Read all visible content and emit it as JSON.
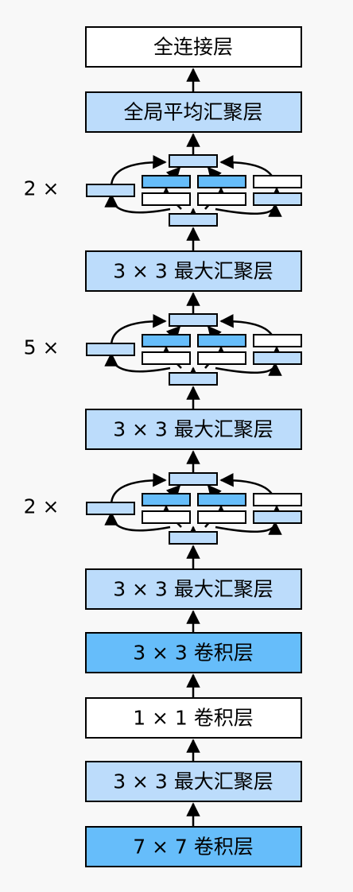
{
  "colors": {
    "white_fill": "#ffffff",
    "light_blue_fill": "#bcdcfb",
    "blue_fill": "#66bdfa",
    "stroke": "#000000",
    "background": "#f8f8f8"
  },
  "layers_top_to_bottom": [
    {
      "id": "fc",
      "label": "全连接层",
      "fill": "white"
    },
    {
      "id": "global-avg-pool",
      "label": "全局平均汇聚层",
      "fill": "light_blue"
    },
    {
      "id": "inception-block-3",
      "type": "inception",
      "multiplier": "2 ×"
    },
    {
      "id": "maxpool-3",
      "label": "3 × 3 最大汇聚层",
      "fill": "light_blue"
    },
    {
      "id": "inception-block-2",
      "type": "inception",
      "multiplier": "5 ×"
    },
    {
      "id": "maxpool-2",
      "label": "3 × 3 最大汇聚层",
      "fill": "light_blue"
    },
    {
      "id": "inception-block-1",
      "type": "inception",
      "multiplier": "2 ×"
    },
    {
      "id": "maxpool-1",
      "label": "3 × 3 最大汇聚层",
      "fill": "light_blue"
    },
    {
      "id": "conv-3x3",
      "label": "3 × 3 卷积层",
      "fill": "blue"
    },
    {
      "id": "conv-1x1",
      "label": "1 × 1 卷积层",
      "fill": "white"
    },
    {
      "id": "maxpool-0",
      "label": "3 × 3 最大汇聚层",
      "fill": "light_blue"
    },
    {
      "id": "conv-7x7",
      "label": "7 × 7 卷积层",
      "fill": "blue"
    }
  ]
}
